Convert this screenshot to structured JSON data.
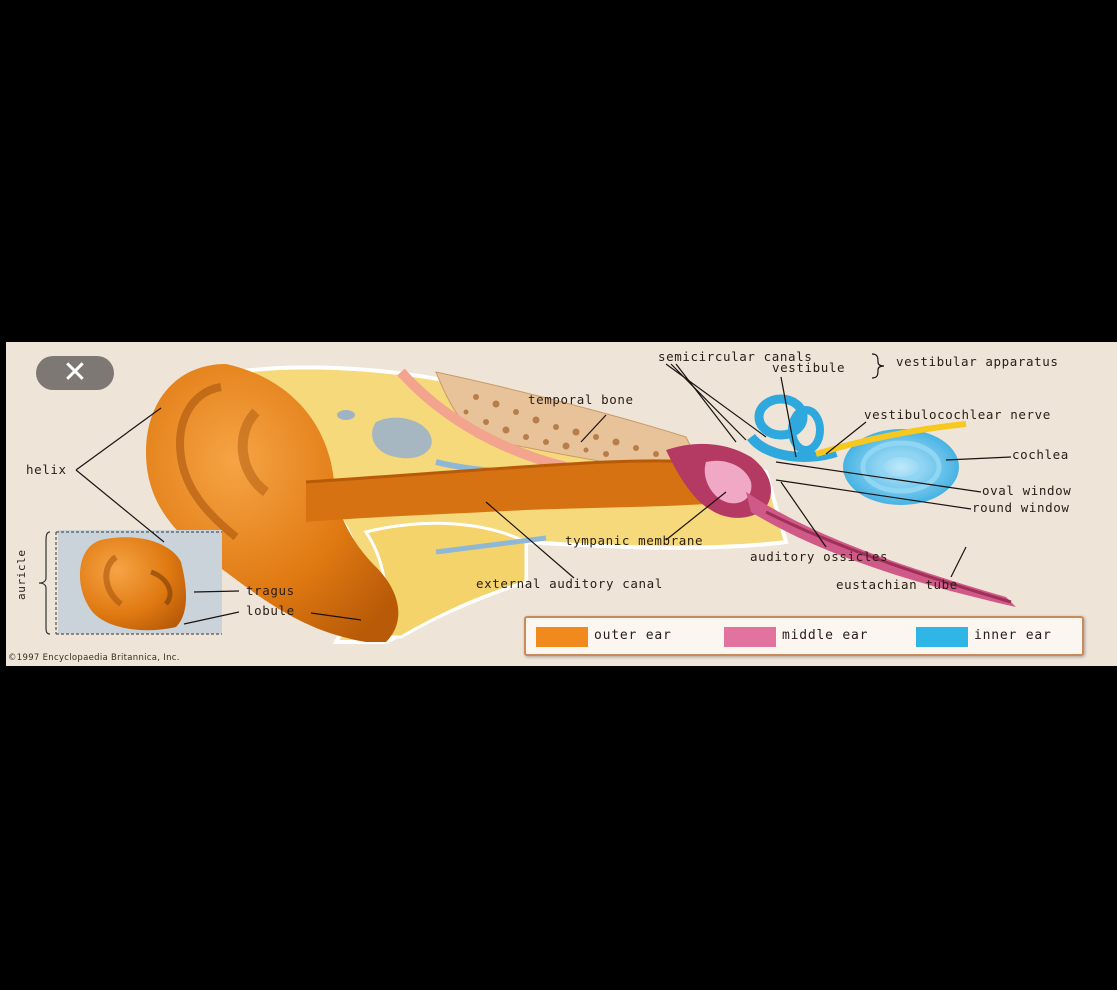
{
  "viewer": {
    "close_label": "✕"
  },
  "diagram": {
    "labels": {
      "semicircular_canals": "semicircular canals",
      "vestibule": "vestibule",
      "vestibular_apparatus": "vestibular apparatus",
      "temporal_bone": "temporal bone",
      "vestibulocochlear_nerve": "vestibulocochlear nerve",
      "cochlea": "cochlea",
      "oval_window": "oval window",
      "round_window": "round window",
      "helix": "helix",
      "auricle": "auricle",
      "tragus": "tragus",
      "lobule": "lobule",
      "tympanic_membrane": "tympanic membrane",
      "auditory_ossicles": "auditory ossicles",
      "external_auditory_canal": "external auditory canal",
      "eustachian_tube": "eustachian tube"
    },
    "legend": [
      {
        "label": "outer ear",
        "color": "#f08a1c"
      },
      {
        "label": "middle ear",
        "color": "#e2739f"
      },
      {
        "label": "inner ear",
        "color": "#2fb6e6"
      }
    ],
    "copyright": "©1997 Encyclopaedia Britannica, Inc."
  }
}
